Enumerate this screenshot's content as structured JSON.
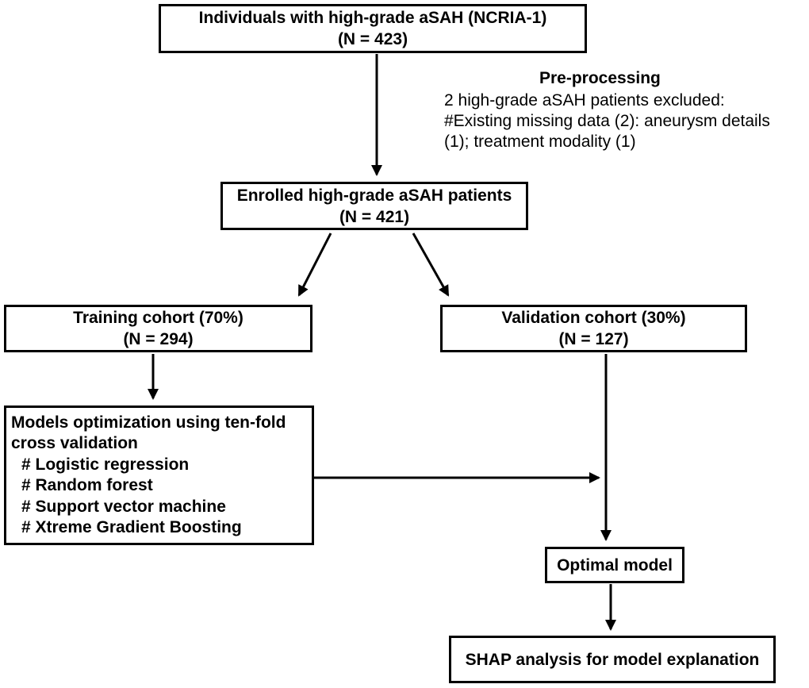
{
  "figure": {
    "background_color": "#ffffff",
    "line_color": "#000000"
  },
  "boxes": {
    "individuals": {
      "line1": "Individuals with high-grade aSAH (NCRIA-1)",
      "line2": "(N = 423)"
    },
    "enrolled": {
      "line1": "Enrolled high-grade aSAH patients",
      "line2": "(N = 421)"
    },
    "training": {
      "line1": "Training cohort (70%)",
      "line2": "(N = 294)"
    },
    "validation": {
      "line1": "Validation cohort (30%)",
      "line2": "(N = 127)"
    },
    "models": {
      "line1": "Models optimization using ten-fold",
      "line2": "cross validation",
      "items": [
        "# Logistic regression",
        "# Random forest",
        "# Support vector machine",
        "# Xtreme Gradient Boosting"
      ]
    },
    "optimal": {
      "line1": "Optimal model"
    },
    "shap": {
      "line1": "SHAP analysis for model explanation"
    }
  },
  "annotation": {
    "title": "Pre-processing",
    "lines": [
      "2 high-grade aSAH patients excluded:",
      "#Existing missing data (2): aneurysm details",
      "(1); treatment modality (1)"
    ]
  }
}
